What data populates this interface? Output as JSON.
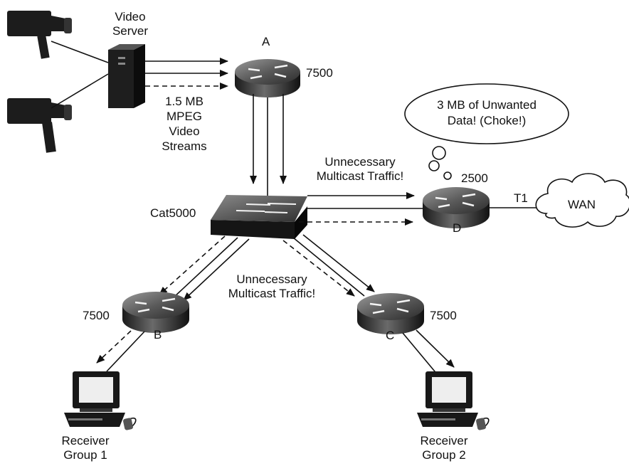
{
  "labels": {
    "video_server": [
      "Video",
      "Server"
    ],
    "router_a_name": "A",
    "router_a_model": "7500",
    "stream_note": [
      "1.5 MB",
      "MPEG",
      "Video",
      "Streams"
    ],
    "thought": [
      "3 MB of Unwanted",
      "Data! (Choke!)"
    ],
    "top_unnecessary": [
      "Unnecessary",
      "Multicast Traffic!"
    ],
    "router_d_model": "2500",
    "router_d_name": "D",
    "t1": "T1",
    "wan": "WAN",
    "switch_name": "Cat5000",
    "mid_unnecessary": [
      "Unnecessary",
      "Multicast Traffic!"
    ],
    "router_b_model": "7500",
    "router_b_name": "B",
    "router_c_model": "7500",
    "router_c_name": "C",
    "receiver_1": [
      "Receiver",
      "Group 1"
    ],
    "receiver_2": [
      "Receiver",
      "Group 2"
    ]
  },
  "icons": [
    "video-camera-icon",
    "server-icon",
    "router-icon",
    "switch-icon",
    "cloud-icon",
    "workstation-icon",
    "thought-bubble-icon"
  ]
}
